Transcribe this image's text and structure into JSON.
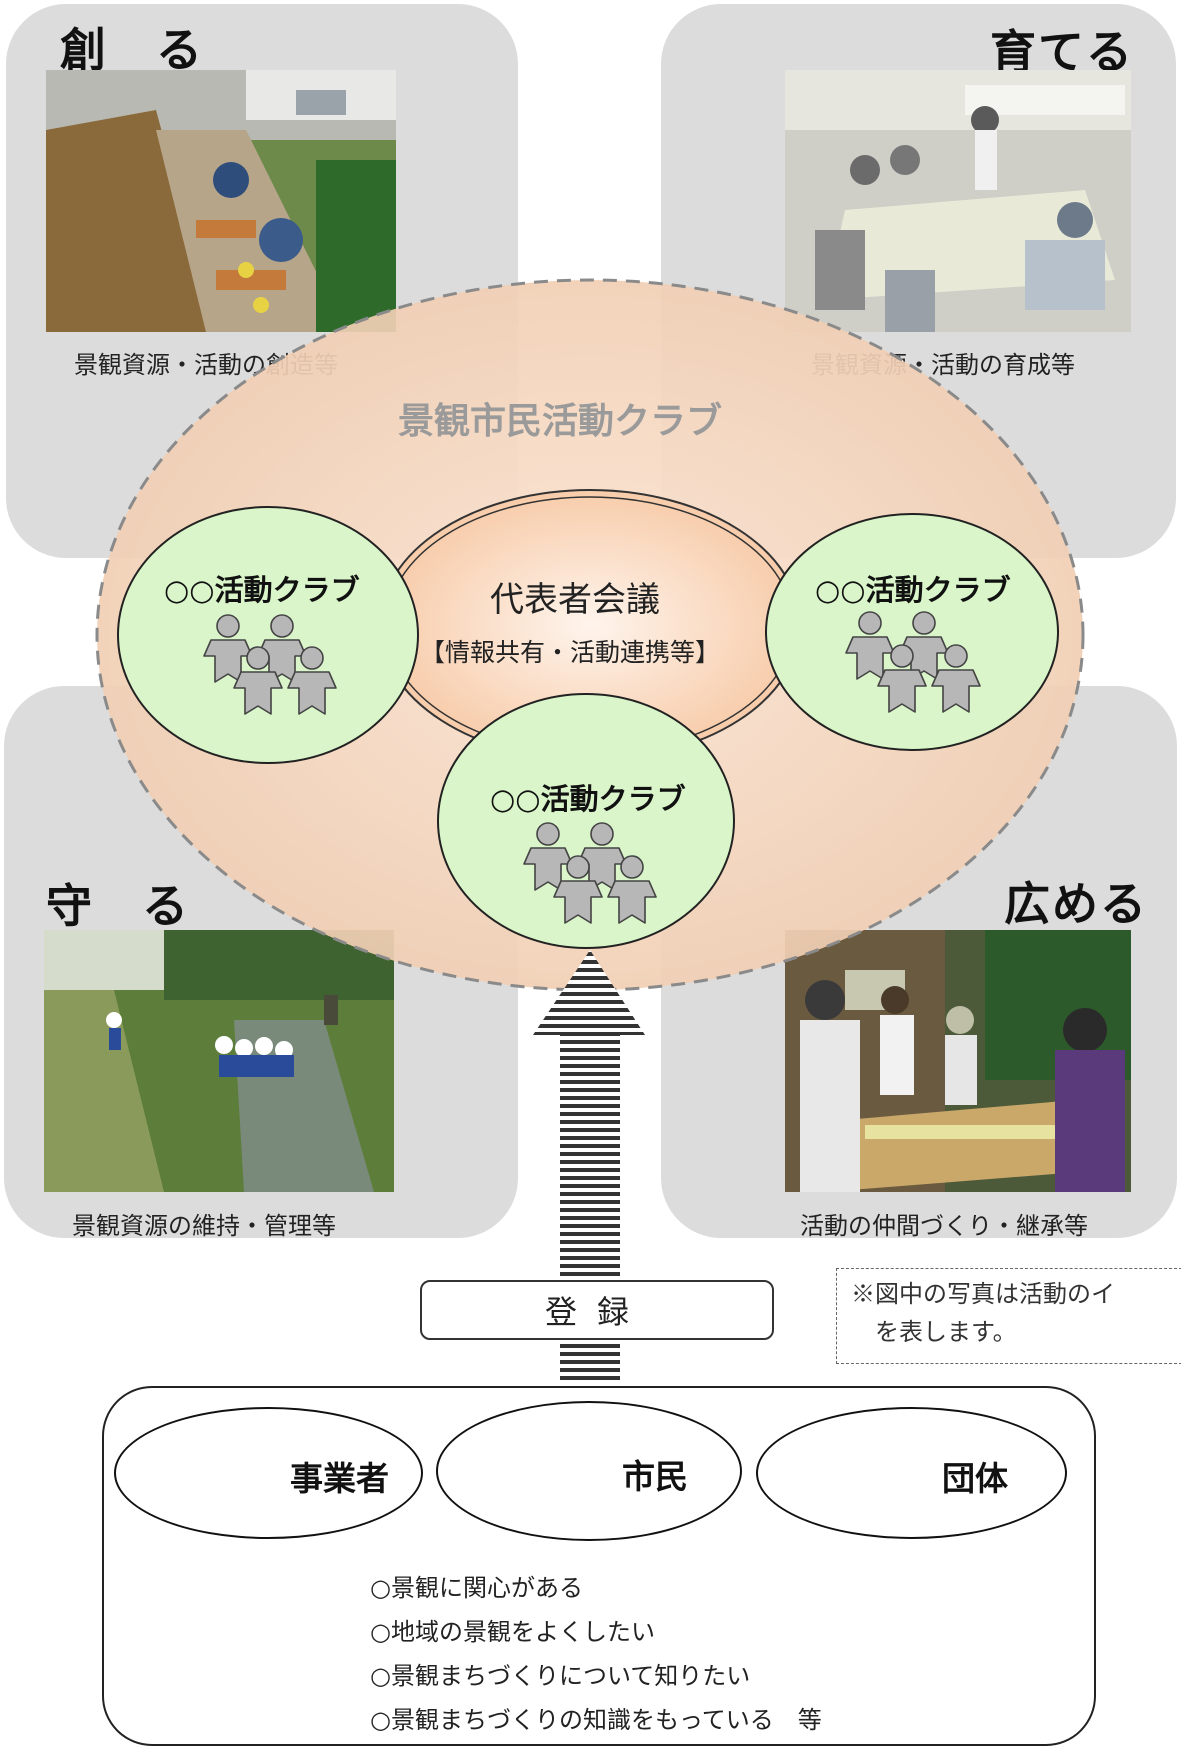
{
  "corners": {
    "create": {
      "title": "創　る",
      "caption": "景観資源・活動の創造等"
    },
    "nurture": {
      "title": "育てる",
      "caption": "景観資源・活動の育成等"
    },
    "protect": {
      "title": "守　る",
      "caption": "景観資源の維持・管理等"
    },
    "spread": {
      "title": "広める",
      "caption": "活動の仲間づくり・継承等"
    }
  },
  "club": {
    "title": "景観市民活動クラブ",
    "center_title": "代表者会議",
    "center_sub": "【情報共有・活動連携等】",
    "sub_club_name": "○○活動クラブ"
  },
  "register_label": "登録",
  "note": {
    "line1": "※図中の写真は活動のイ",
    "line2": "を表します。"
  },
  "members": {
    "business": "事業者",
    "citizen": "市民",
    "group": "団体"
  },
  "conditions": [
    "○景観に関心がある",
    "○地域の景観をよくしたい",
    "○景観まちづくりについて知りたい",
    "○景観まちづくりの知識をもっている　等"
  ],
  "colors": {
    "panel": "#dcdcdc",
    "club_fill": "#f5d6bf",
    "sub_club_fill": "#d9f5c9",
    "center_fill": "#f7c9a6"
  }
}
